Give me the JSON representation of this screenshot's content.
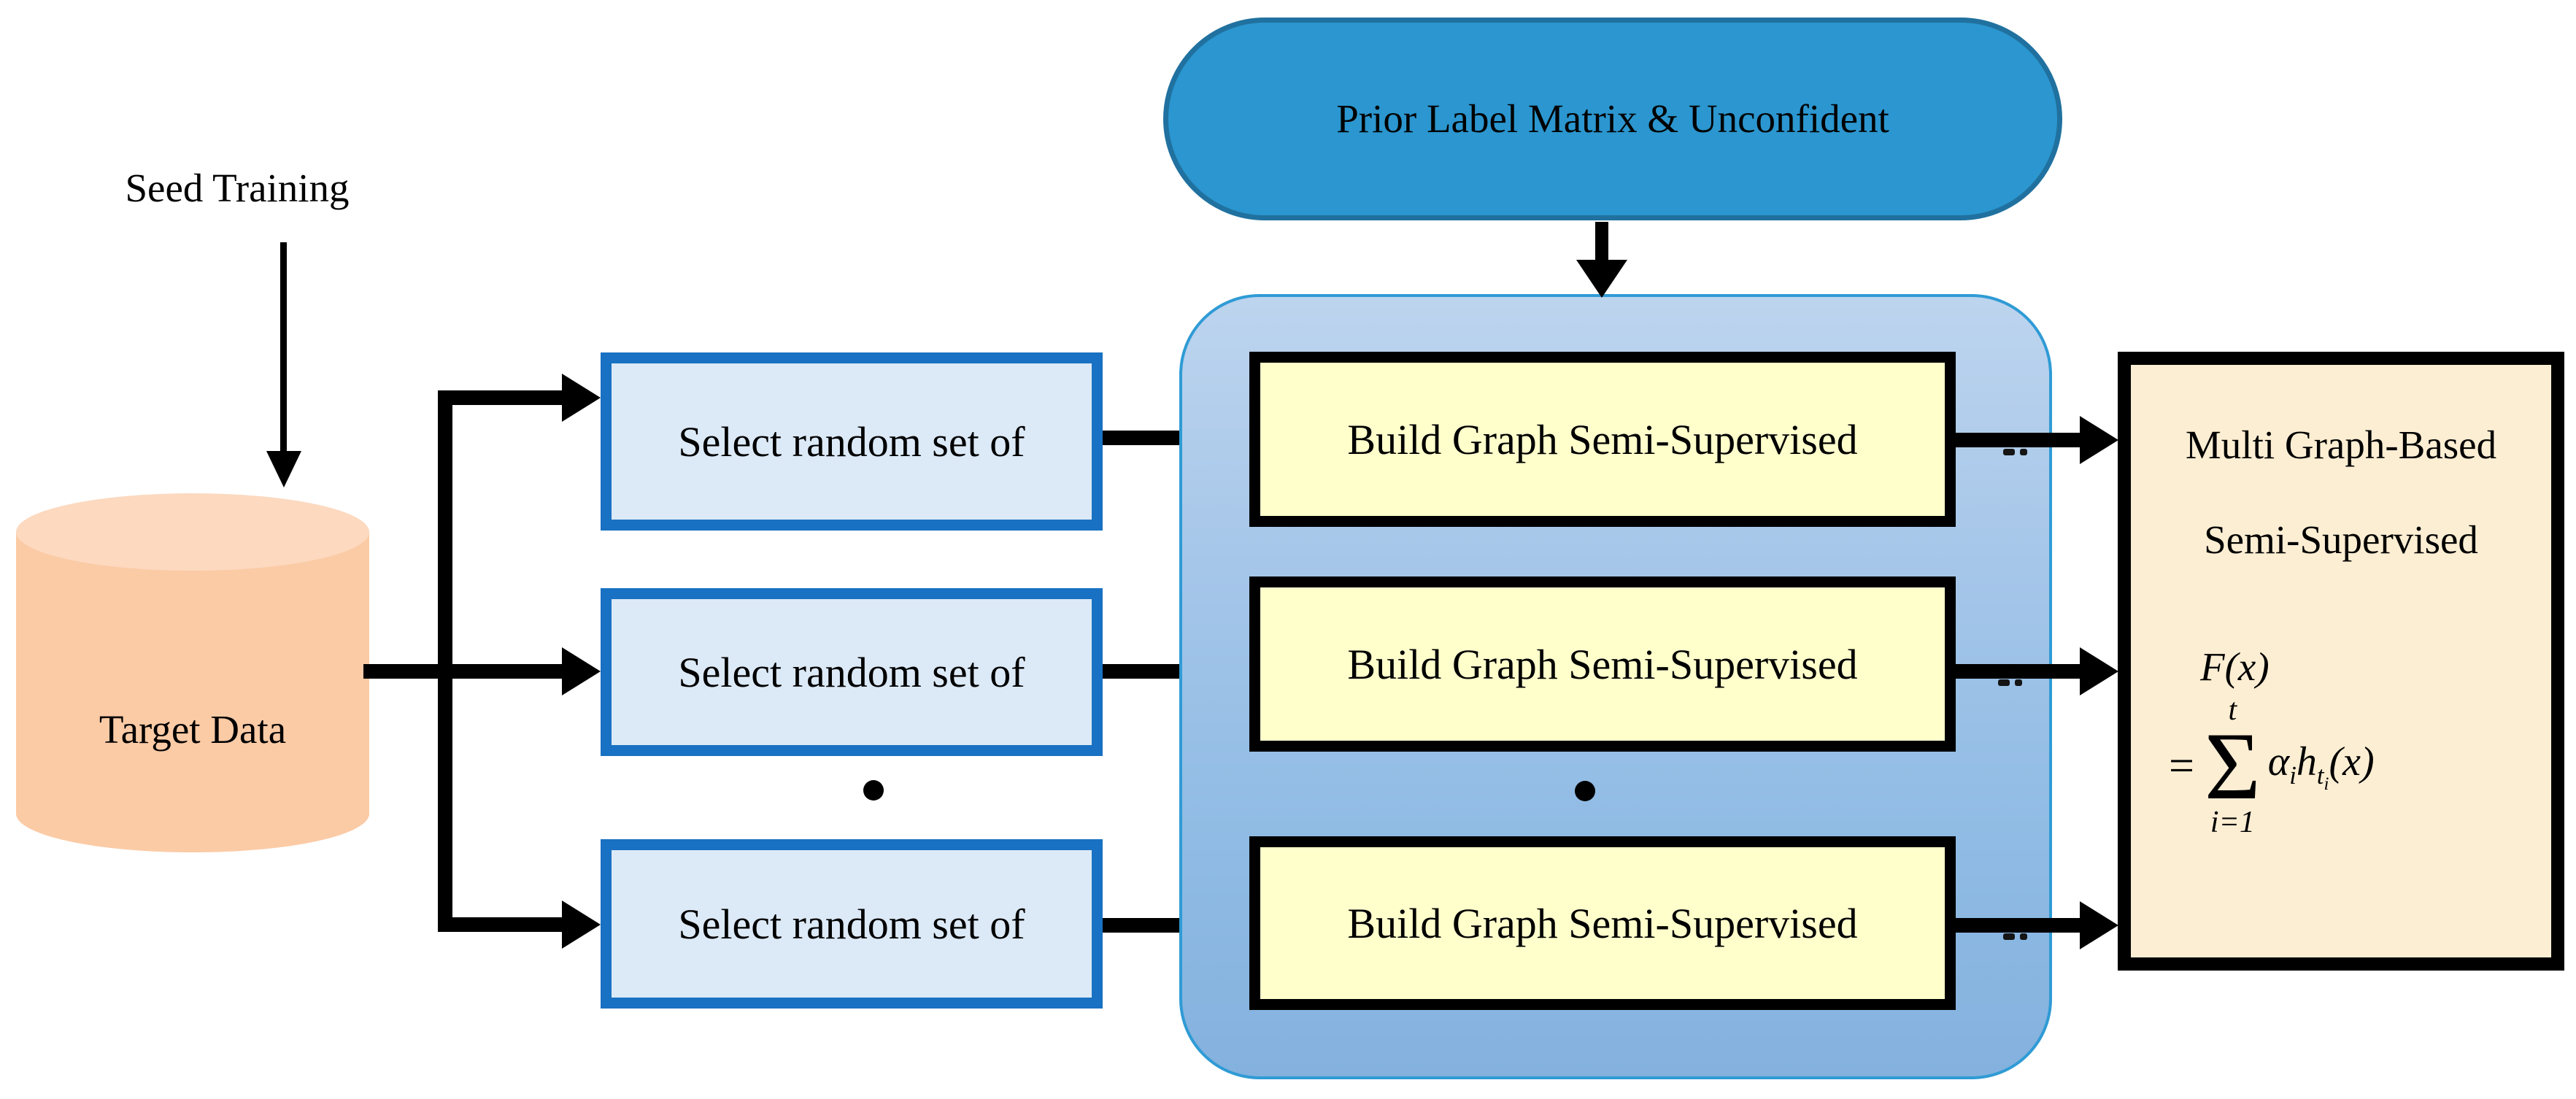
{
  "diagram": {
    "seed_label": "Seed Training",
    "cylinder": {
      "label": "Target Data"
    },
    "select_boxes": [
      {
        "label": "Select random set of"
      },
      {
        "label": "Select random set of"
      },
      {
        "label": "Select random set of"
      }
    ],
    "prior_node": {
      "label": "Prior Label Matrix & Unconfident"
    },
    "build_boxes": [
      {
        "label": "Build Graph Semi-Supervised"
      },
      {
        "label": "Build Graph Semi-Supervised"
      },
      {
        "label": "Build Graph Semi-Supervised"
      }
    ],
    "final_box": {
      "line1": "Multi Graph-Based",
      "line2": "Semi-Supervised",
      "fx": "F(x)",
      "formula": {
        "equals": "=",
        "upper_limit": "t",
        "sigma": "Σ",
        "lower_limit": "i=1",
        "alpha": "α",
        "alpha_sub": "i",
        "h": "h",
        "h_sub": "t",
        "h_subsub": "i",
        "tail": "(x)"
      }
    },
    "colors": {
      "cylinder_fill": "#FBCBA6",
      "cylinder_top_fill": "#FCD9BF",
      "select_fill": "#DCE9F6",
      "select_border": "#1871C2",
      "stadium_fill": "#2B96CF",
      "stadium_border": "#20719F",
      "container_fill_top": "#BDD4EE",
      "container_fill_bottom": "#84B1DE",
      "container_border": "#2F9BD5",
      "build_fill": "#FFFFCC",
      "final_fill": "#FCEED3",
      "line_color": "#000000"
    }
  }
}
